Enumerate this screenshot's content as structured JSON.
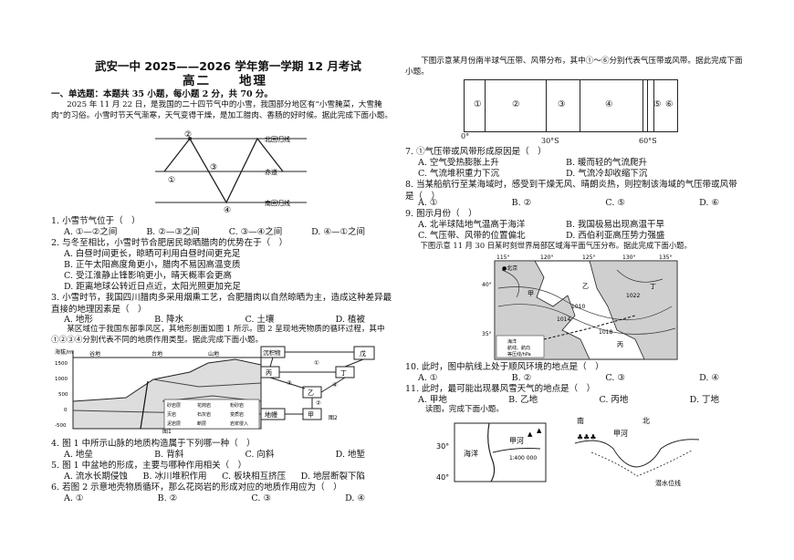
{
  "header": {
    "title": "武安一中 2025——2026 学年第一学期 12 月考试",
    "subtitle": "高二　　地理"
  },
  "section1": {
    "heading": "一、单选题：本题共 35 小题，每小题 2 分，共 70 分。",
    "intro": "2025 年 11 月 22 日，是我国的二十四节气中的小雪，我国部分地区有“小雪腌菜，大雪腌肉”的习俗。小雪时节天气渐寒，天气变得干燥，是加工腊肉、香肠的好时候。据此完成下面小题。"
  },
  "fig1": {
    "n_tropic": "北回归线",
    "equator": "赤道",
    "s_tropic": "南回归线",
    "p1": "①",
    "p2": "②",
    "p3": "③",
    "p4": "④"
  },
  "q1": {
    "stem": "1. 小雪节气位于（　）",
    "a": "A. ①—②之间",
    "b": "B. ②—③之间",
    "c": "C. ③—④之间",
    "d": "D. ④—①之间"
  },
  "q2": {
    "stem": "2. 与冬至相比，小雪时节合肥居民晾晒腊肉的优势在于（　）",
    "a": "A. 白昼时间更长，晾晒可利用白昼时间更充足",
    "b": "B. 正午太阳高度角更小，腊肉不易因高温变质",
    "c": "C. 受江淮静止锋影响更小，晴天概率会更高",
    "d": "D. 距离地球公转近日点近，太阳光照更加充足"
  },
  "q3": {
    "stem": "3. 小雪时节，我国四川腊肉多采用烟熏工艺，合肥腊肉以自然晾晒为主，造成这种差异最直接的地理因素是（　）",
    "a": "A. 地形",
    "b": "B. 降水",
    "c": "C. 土壤",
    "d": "D. 植被"
  },
  "intro2": "某区域位于我国东部季风区，其地形剖面如图 1 所示。图 2 呈现地壳物质的循环过程，其中①②③④分别代表不同的地质作用类型。据此完成下面小题。",
  "fig2": {
    "yaxis": "海拔/m",
    "ticks": [
      "1500",
      "1000",
      "500",
      "0",
      "-500"
    ],
    "lab1": "谷地",
    "lab2": "台地",
    "lab3": "山地",
    "legend": [
      "砂岩层",
      "花岗岩",
      "粉砂岩",
      "页岩",
      "石灰岩",
      "变质岩",
      "泥岩层",
      "断层",
      "岩浆侵入"
    ],
    "cap1": "图1"
  },
  "fig3": {
    "n1": "沉积物",
    "n2": "丙",
    "n3": "戊",
    "n4": "丁",
    "n5": "乙",
    "n6": "地幔",
    "n7": "甲",
    "c1": "①",
    "c2": "②",
    "c3": "③",
    "c4": "④",
    "cap": "图2"
  },
  "q4": {
    "stem": "4. 图 1 中所示山脉的地质构造属于下列哪一种（　）",
    "a": "A. 地垒",
    "b": "B. 背斜",
    "c": "C. 向斜",
    "d": "D. 地堑"
  },
  "q5": {
    "stem": "5. 图 1 中盆地的形成，主要与哪种作用相关（　）",
    "a": "A. 流水长期侵蚀",
    "b": "B. 冰川堆积作用",
    "c": "C. 板块相互挤压",
    "d": "D. 地层断裂下陷"
  },
  "q6": {
    "stem": "6. 若图 2 示意地壳物质循环，那么花岗岩的形成对应的地质作用应为（　）",
    "a": "A. ①",
    "b": "B. ②",
    "c": "C. ③",
    "d": "D. ④"
  },
  "r_intro": "下图示意某月份南半球气压带、风带分布，其中①～⑥分别代表气压带或风带。据此完成下面小题。",
  "belts": {
    "labels": [
      "①",
      "②",
      "③",
      "④",
      "⑤",
      "⑥"
    ],
    "t0": "0°",
    "t30": "30°S",
    "t60": "60°S"
  },
  "q7": {
    "stem": "7. ①气压带或风带形成原因是（　）",
    "a": "A. 空气受热膨胀上升",
    "b": "B. 暖而轻的气流爬升",
    "c": "C. 气流堆积重力下沉",
    "d": "D. 气流冷却收缩下沉"
  },
  "q8": {
    "stem": "8. 当某船航行至某海域时，感受到干燥无风、晴朗炎热，则控制该海域的气压带或风带是（　）",
    "a": "A. ①",
    "b": "B. ②",
    "c": "C. ⑤",
    "d": "D. ⑥"
  },
  "q9": {
    "stem": "9. 图示月份（　）",
    "a": "A. 北半球陆地气温高于海洋",
    "b": "B. 我国极易出现高温干旱",
    "c": "C. 气压带、风带的位置偏北",
    "d": "D. 西伯利亚高压势力强盛"
  },
  "intro4": "下图示意 11 月 30 日某时刻世界局部区域海平面气压分布。据此完成下面小题。",
  "map": {
    "lon1": "115°",
    "lon2": "120°",
    "lon3": "125°",
    "lon4": "130°",
    "lon5": "135°",
    "lat1": "40°",
    "lat2": "35°",
    "jia": "甲",
    "yi": "乙",
    "bing": "丙",
    "ding": "丁",
    "lv": "●北京",
    "i1": "1010",
    "i2": "1014",
    "i3": "1018",
    "i4": "1022",
    "leg1": "海洋",
    "leg2": "航线、航向",
    "leg3": "等压线/hPa"
  },
  "q10": {
    "stem": "10. 此时，图中航线上处于顺风环境的地点是（　）",
    "a": "A. ①",
    "b": "B. ②",
    "c": "C. ③",
    "d": "D. ④"
  },
  "q11": {
    "stem": "11. 此时，最可能出现暴风雪天气的地点是（　）",
    "a": "A. 甲地",
    "b": "B. 乙地",
    "c": "C. 丙地",
    "d": "D. 丁地"
  },
  "intro5": "读图，完成下面小题。",
  "fig5": {
    "lat30": "30°",
    "lat40": "40°",
    "ocean": "海洋",
    "river": "甲河",
    "scale": "1∶400 000",
    "south": "南",
    "north": "北",
    "river2": "甲河",
    "wt": "潜水位线"
  }
}
